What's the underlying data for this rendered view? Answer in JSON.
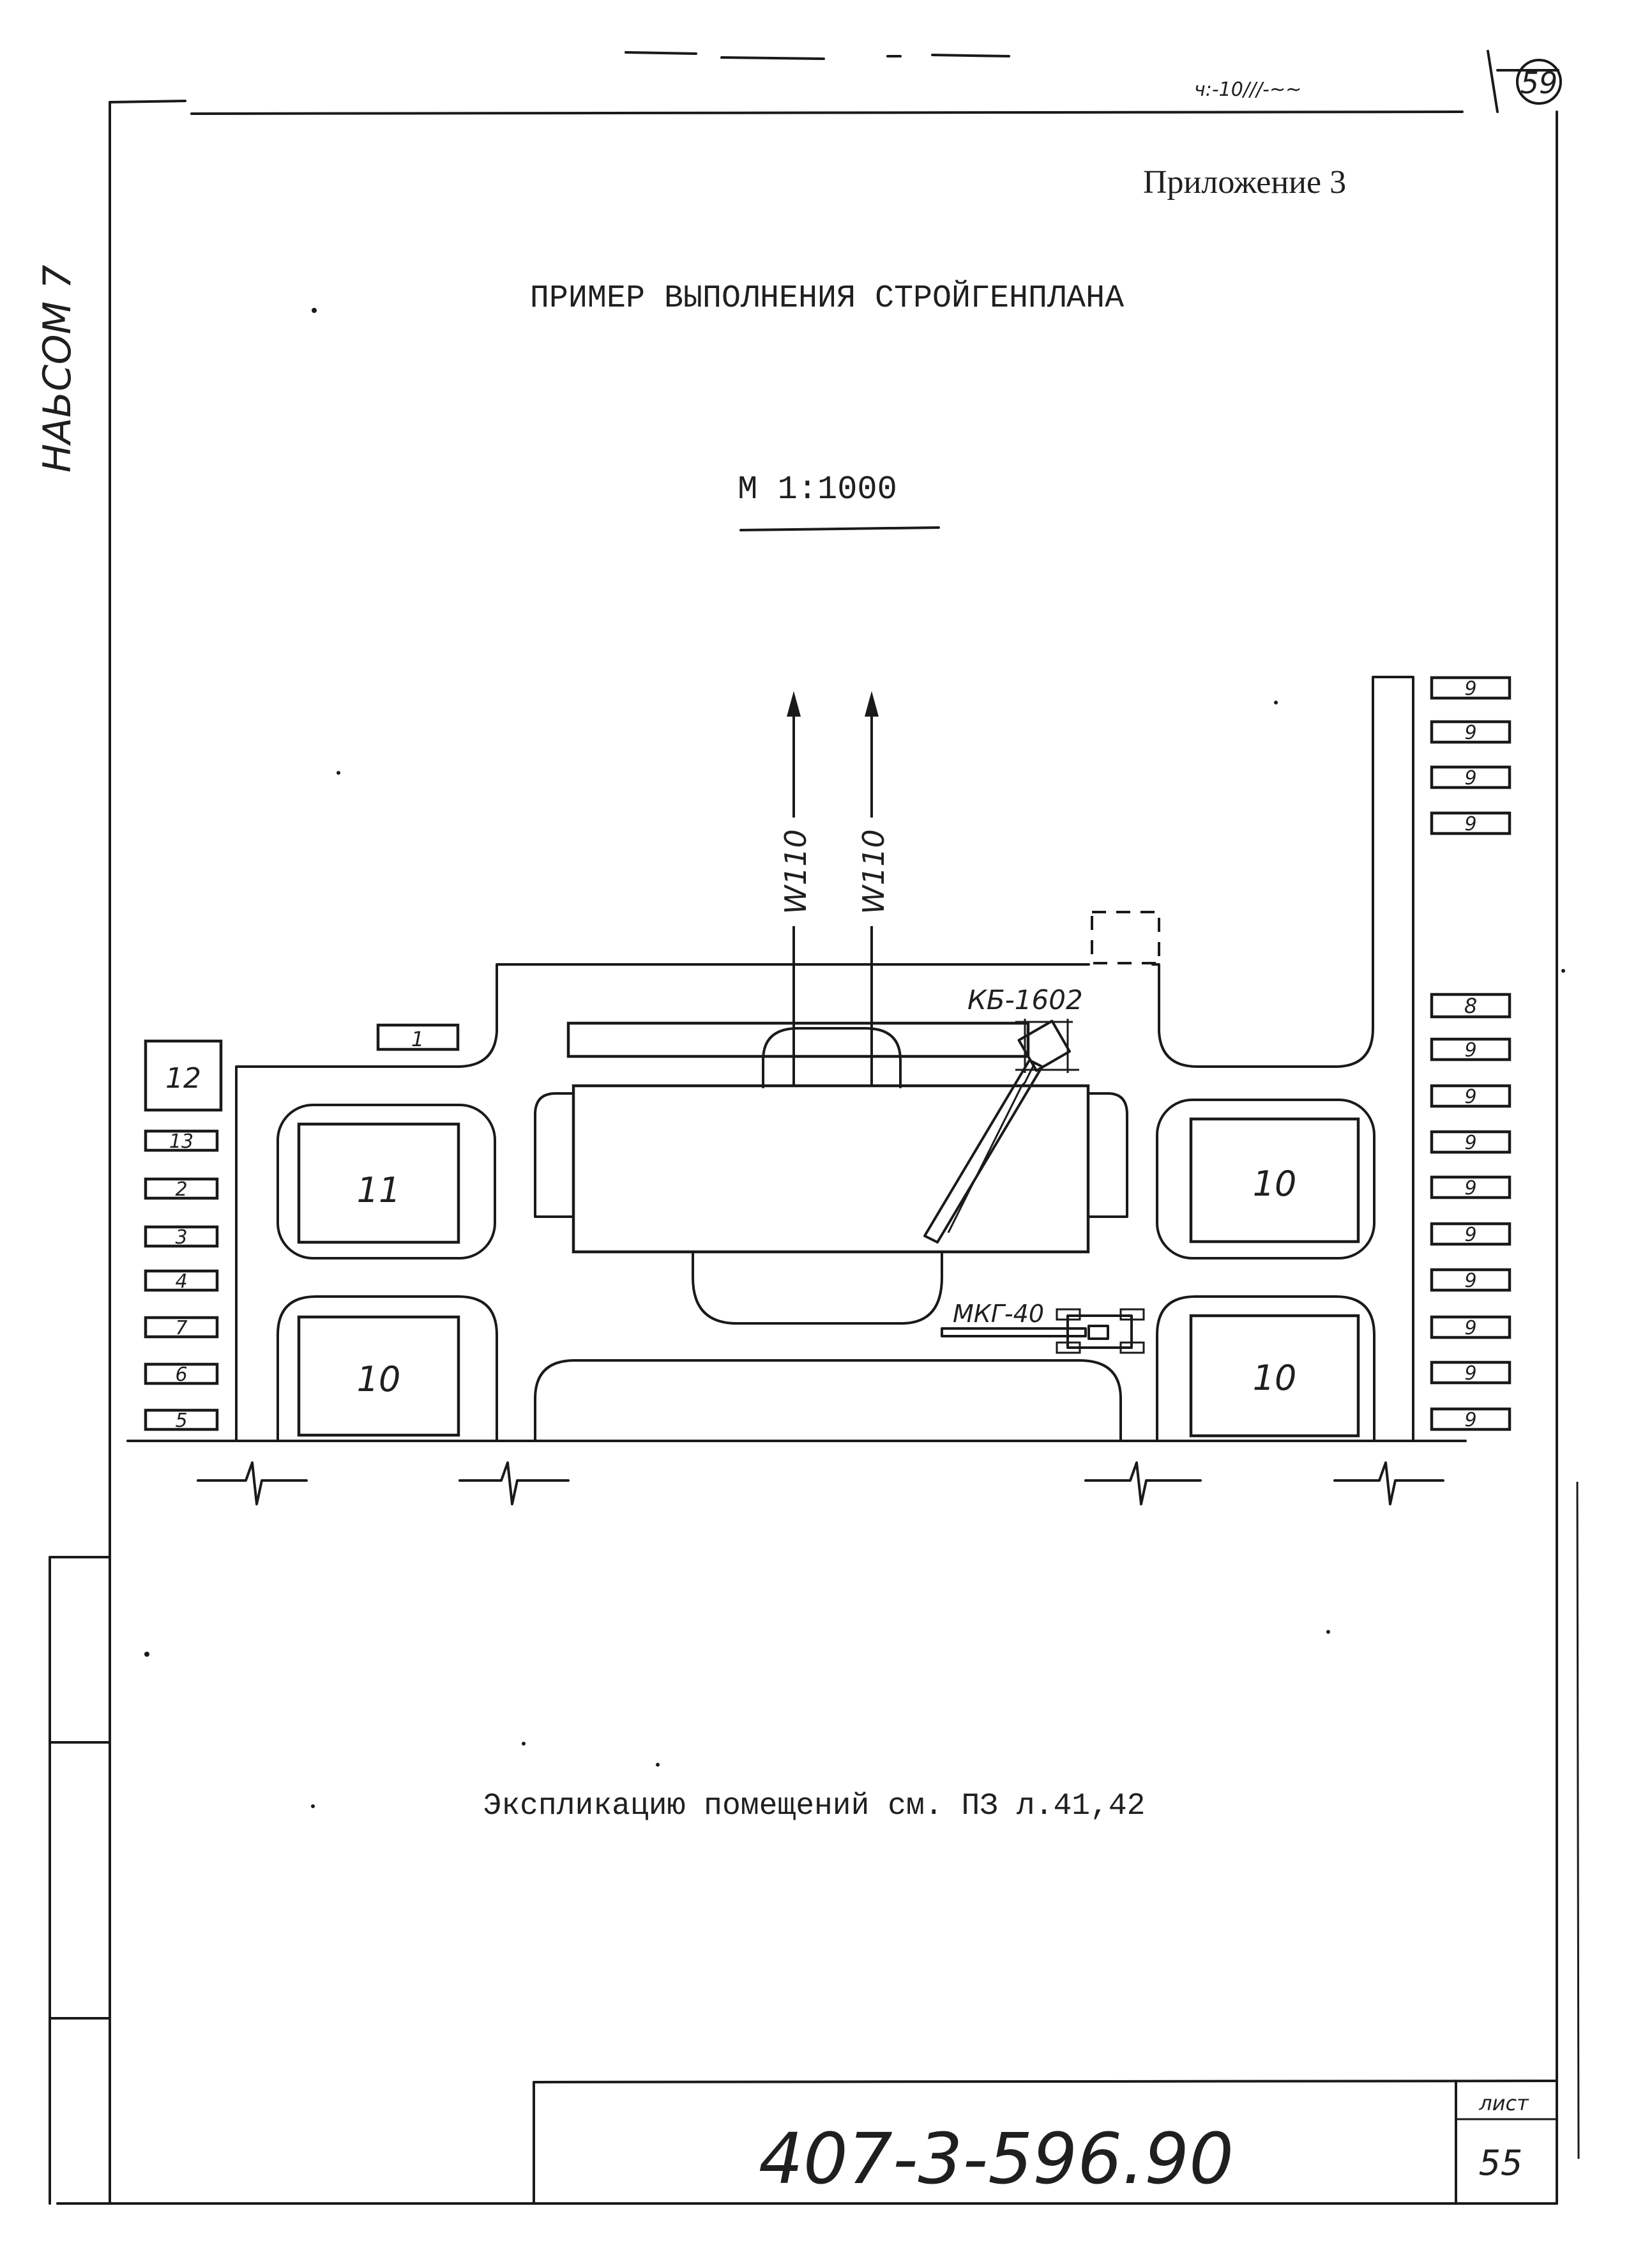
{
  "header": {
    "corner_stamp": "59",
    "corner_scribble": "ч:-10///-~~",
    "appendix_label": "Приложение 3",
    "side_note": "НАЬСОМ 7"
  },
  "title": {
    "main": "ПРИМЕР ВЫПОЛНЕНИЯ СТРОЙГЕНПЛАНА",
    "scale": "М 1:1000"
  },
  "plan": {
    "pipes": [
      {
        "label": "W110"
      },
      {
        "label": "W110"
      }
    ],
    "cranes": {
      "tower": "КБ-1602",
      "mobile": "МКГ-40"
    },
    "buildings": {
      "top_left": "11",
      "bottom_left": "10",
      "top_right": "10",
      "bottom_right": "10"
    },
    "small_top": "1",
    "left_column": [
      "12",
      "13",
      "2",
      "3",
      "4",
      "7",
      "6",
      "5"
    ],
    "right_column_top": [
      "9",
      "9",
      "9",
      "9"
    ],
    "right_column_bottom": [
      "8",
      "9",
      "9",
      "9",
      "9",
      "9",
      "9",
      "9",
      "9",
      "9"
    ]
  },
  "note": "Экспликацию помещений см. ПЗ л.41,42",
  "title_block": {
    "doc_code": "407-3-596.90",
    "sheet_label": "лист",
    "sheet_number": "55"
  }
}
